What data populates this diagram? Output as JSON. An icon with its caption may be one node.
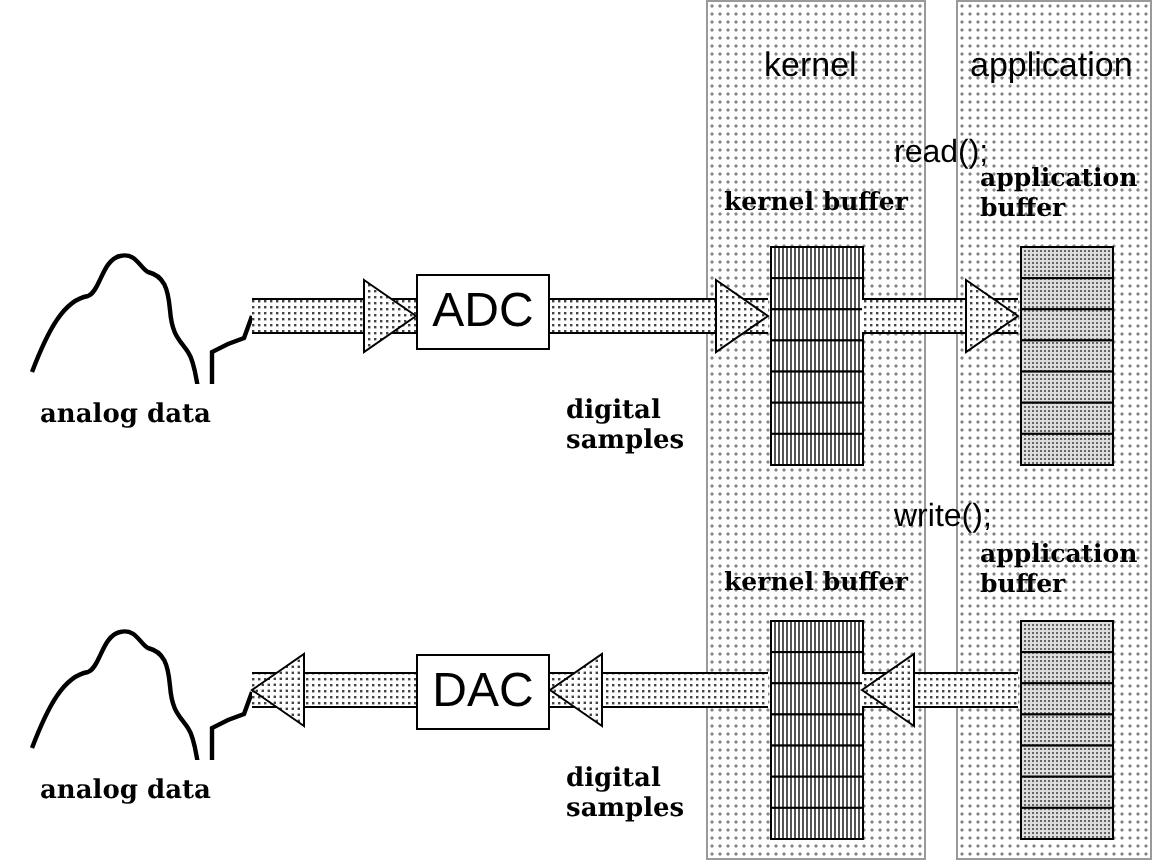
{
  "diagram": {
    "nodes": [
      {
        "text": [
          "kernel"
        ]
      },
      {
        "text": [
          "application"
        ]
      },
      {
        "text": [],
        "shape": "picture",
        "beside": [
          "analog data"
        ]
      },
      {
        "text": [
          "ADC"
        ]
      },
      {
        "text": [
          "kernel buffer"
        ],
        "in": 0
      },
      {
        "text": [
          "application buffer"
        ],
        "in": 1
      },
      {
        "text": [],
        "shape": "picture",
        "beside": [
          "analog data"
        ]
      },
      {
        "text": [
          "DAC"
        ]
      },
      {
        "text": [
          "kernel buffer"
        ],
        "in": 0
      },
      {
        "text": [
          "application buffer"
        ],
        "in": 1
      }
    ],
    "edges": [
      {
        "from": 2,
        "to": 3,
        "arrow": "to"
      },
      {
        "from": 3,
        "to": 4,
        "arrow": "to",
        "label": "digital samples"
      },
      {
        "from": 4,
        "to": 5,
        "arrow": "to",
        "label": "read();"
      },
      {
        "from": 9,
        "to": 8,
        "arrow": "to",
        "label": "write();"
      },
      {
        "from": 8,
        "to": 7,
        "arrow": "to",
        "label": "digital samples"
      },
      {
        "from": 7,
        "to": 6,
        "arrow": "to"
      }
    ]
  }
}
